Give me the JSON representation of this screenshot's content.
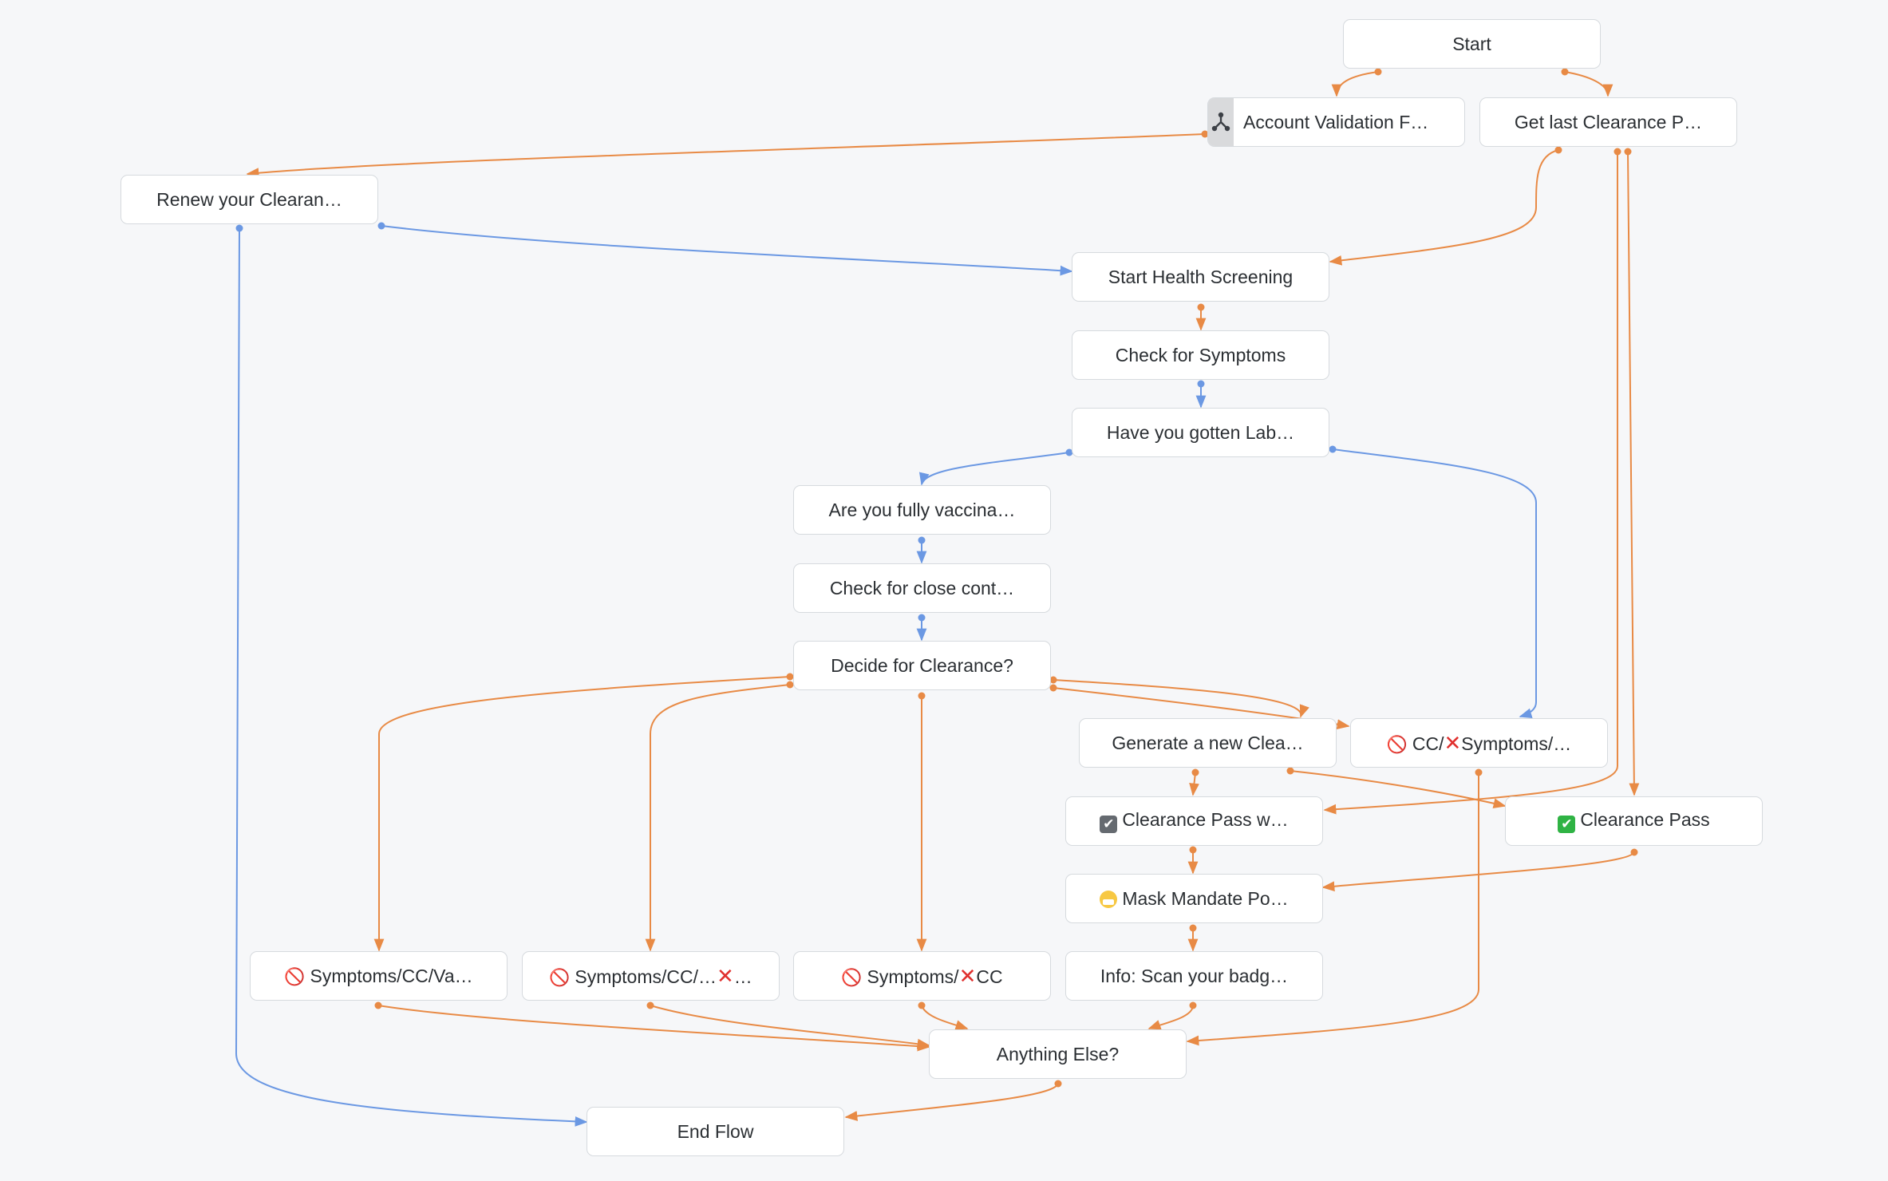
{
  "colors": {
    "orange": "#e88a45",
    "blue": "#6b98e3",
    "node_border": "#d6dade",
    "background": "#f6f7f9"
  },
  "nodes": [
    {
      "id": "start",
      "label": "Start"
    },
    {
      "id": "account_validation",
      "label": "Account Validation F…",
      "icon": "flow-branch-icon"
    },
    {
      "id": "get_last_clearance",
      "label": "Get last Clearance P…"
    },
    {
      "id": "renew_clearance",
      "label": "Renew your Clearan…"
    },
    {
      "id": "start_health",
      "label": "Start Health Screening"
    },
    {
      "id": "check_symptoms",
      "label": "Check for Symptoms"
    },
    {
      "id": "have_lab",
      "label": "Have you gotten Lab…"
    },
    {
      "id": "fully_vaccinated",
      "label": "Are you fully vaccina…"
    },
    {
      "id": "close_contact",
      "label": "Check for close cont…"
    },
    {
      "id": "decide_clearance",
      "label": "Decide for Clearance?"
    },
    {
      "id": "generate_new",
      "label": "Generate a new Clea…"
    },
    {
      "id": "cc_x_symptoms",
      "label": "CC/Symptoms/…",
      "icon": "no-entry-icon"
    },
    {
      "id": "pass_with",
      "label": "Clearance Pass w…",
      "icon": "checkbox-icon"
    },
    {
      "id": "clearance_pass",
      "label": "Clearance Pass",
      "icon": "green-check-icon"
    },
    {
      "id": "mask_mandate",
      "label": "Mask Mandate Po…",
      "icon": "mask-face-icon"
    },
    {
      "id": "symptoms_cc_va",
      "label": "Symptoms/CC/Va…",
      "icon": "no-entry-icon"
    },
    {
      "id": "symptoms_cc_x",
      "label": "Symptoms/CC/…",
      "icon": "no-entry-icon"
    },
    {
      "id": "symptoms_x_cc",
      "label": "Symptoms/CC",
      "icon": "no-entry-icon"
    },
    {
      "id": "info_scan",
      "label": "Info: Scan your badg…"
    },
    {
      "id": "anything_else",
      "label": "Anything Else?"
    },
    {
      "id": "end_flow",
      "label": "End Flow"
    }
  ],
  "edges": [
    {
      "from": "start",
      "to": "account_validation",
      "color": "orange"
    },
    {
      "from": "start",
      "to": "get_last_clearance",
      "color": "orange"
    },
    {
      "from": "account_validation",
      "to": "renew_clearance",
      "color": "orange"
    },
    {
      "from": "get_last_clearance",
      "to": "start_health",
      "color": "orange"
    },
    {
      "from": "get_last_clearance",
      "to": "pass_with",
      "color": "orange"
    },
    {
      "from": "get_last_clearance",
      "to": "clearance_pass",
      "color": "orange"
    },
    {
      "from": "renew_clearance",
      "to": "start_health",
      "color": "blue"
    },
    {
      "from": "renew_clearance",
      "to": "end_flow",
      "color": "blue"
    },
    {
      "from": "start_health",
      "to": "check_symptoms",
      "color": "orange"
    },
    {
      "from": "check_symptoms",
      "to": "have_lab",
      "color": "blue"
    },
    {
      "from": "have_lab",
      "to": "fully_vaccinated",
      "color": "blue"
    },
    {
      "from": "have_lab",
      "to": "cc_x_symptoms",
      "color": "blue"
    },
    {
      "from": "fully_vaccinated",
      "to": "close_contact",
      "color": "blue"
    },
    {
      "from": "close_contact",
      "to": "decide_clearance",
      "color": "blue"
    },
    {
      "from": "decide_clearance",
      "to": "symptoms_cc_va",
      "color": "orange"
    },
    {
      "from": "decide_clearance",
      "to": "symptoms_cc_x",
      "color": "orange"
    },
    {
      "from": "decide_clearance",
      "to": "symptoms_x_cc",
      "color": "orange"
    },
    {
      "from": "decide_clearance",
      "to": "generate_new",
      "color": "orange"
    },
    {
      "from": "decide_clearance",
      "to": "cc_x_symptoms",
      "color": "orange"
    },
    {
      "from": "generate_new",
      "to": "pass_with",
      "color": "orange"
    },
    {
      "from": "generate_new",
      "to": "clearance_pass",
      "color": "orange"
    },
    {
      "from": "cc_x_symptoms",
      "to": "anything_else",
      "color": "orange"
    },
    {
      "from": "pass_with",
      "to": "mask_mandate",
      "color": "orange"
    },
    {
      "from": "clearance_pass",
      "to": "mask_mandate",
      "color": "orange"
    },
    {
      "from": "mask_mandate",
      "to": "info_scan",
      "color": "orange"
    },
    {
      "from": "symptoms_cc_va",
      "to": "anything_else",
      "color": "orange"
    },
    {
      "from": "symptoms_cc_x",
      "to": "anything_else",
      "color": "orange"
    },
    {
      "from": "symptoms_x_cc",
      "to": "anything_else",
      "color": "orange"
    },
    {
      "from": "info_scan",
      "to": "anything_else",
      "color": "orange"
    },
    {
      "from": "anything_else",
      "to": "end_flow",
      "color": "orange"
    }
  ]
}
